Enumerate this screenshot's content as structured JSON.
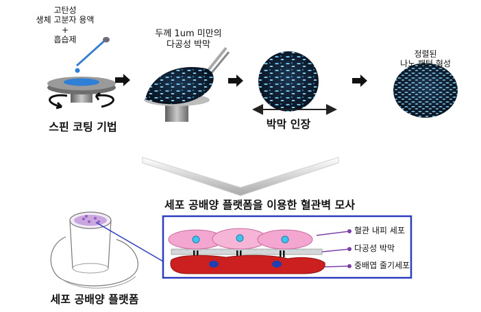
{
  "step1": {
    "top_label_line1": "고탄성",
    "top_label_line2": "생체 고분자 용액",
    "plus": "+",
    "absorbent": "흡습제",
    "caption": "스핀 코팅 기법"
  },
  "step2": {
    "label_line1": "두께 1um 미만의",
    "label_line2": "다공성 박막"
  },
  "step3": {
    "caption": "박막 인장"
  },
  "step4": {
    "label_line1": "정렬된",
    "label_line2": "나노 패턴 형성"
  },
  "bottom": {
    "title": "세포 공배양 플랫폼을 이용한 혈관벽 모사",
    "platform_caption": "세포 공배양 플랫폼",
    "layer_labels": [
      "혈관 내피 세포",
      "다공성 박막",
      "중배엽 줄기세포"
    ]
  },
  "colors": {
    "blue_liquid": "#2f7fd6",
    "film_dark": "#0e1a2b",
    "pore_blue": "#6fc3ee",
    "endothelial_pink": "#f3a6cf",
    "stem_red": "#cc1f1f",
    "inset_border": "#2a3bbf",
    "label_line_purple": "#7b3fa6"
  }
}
